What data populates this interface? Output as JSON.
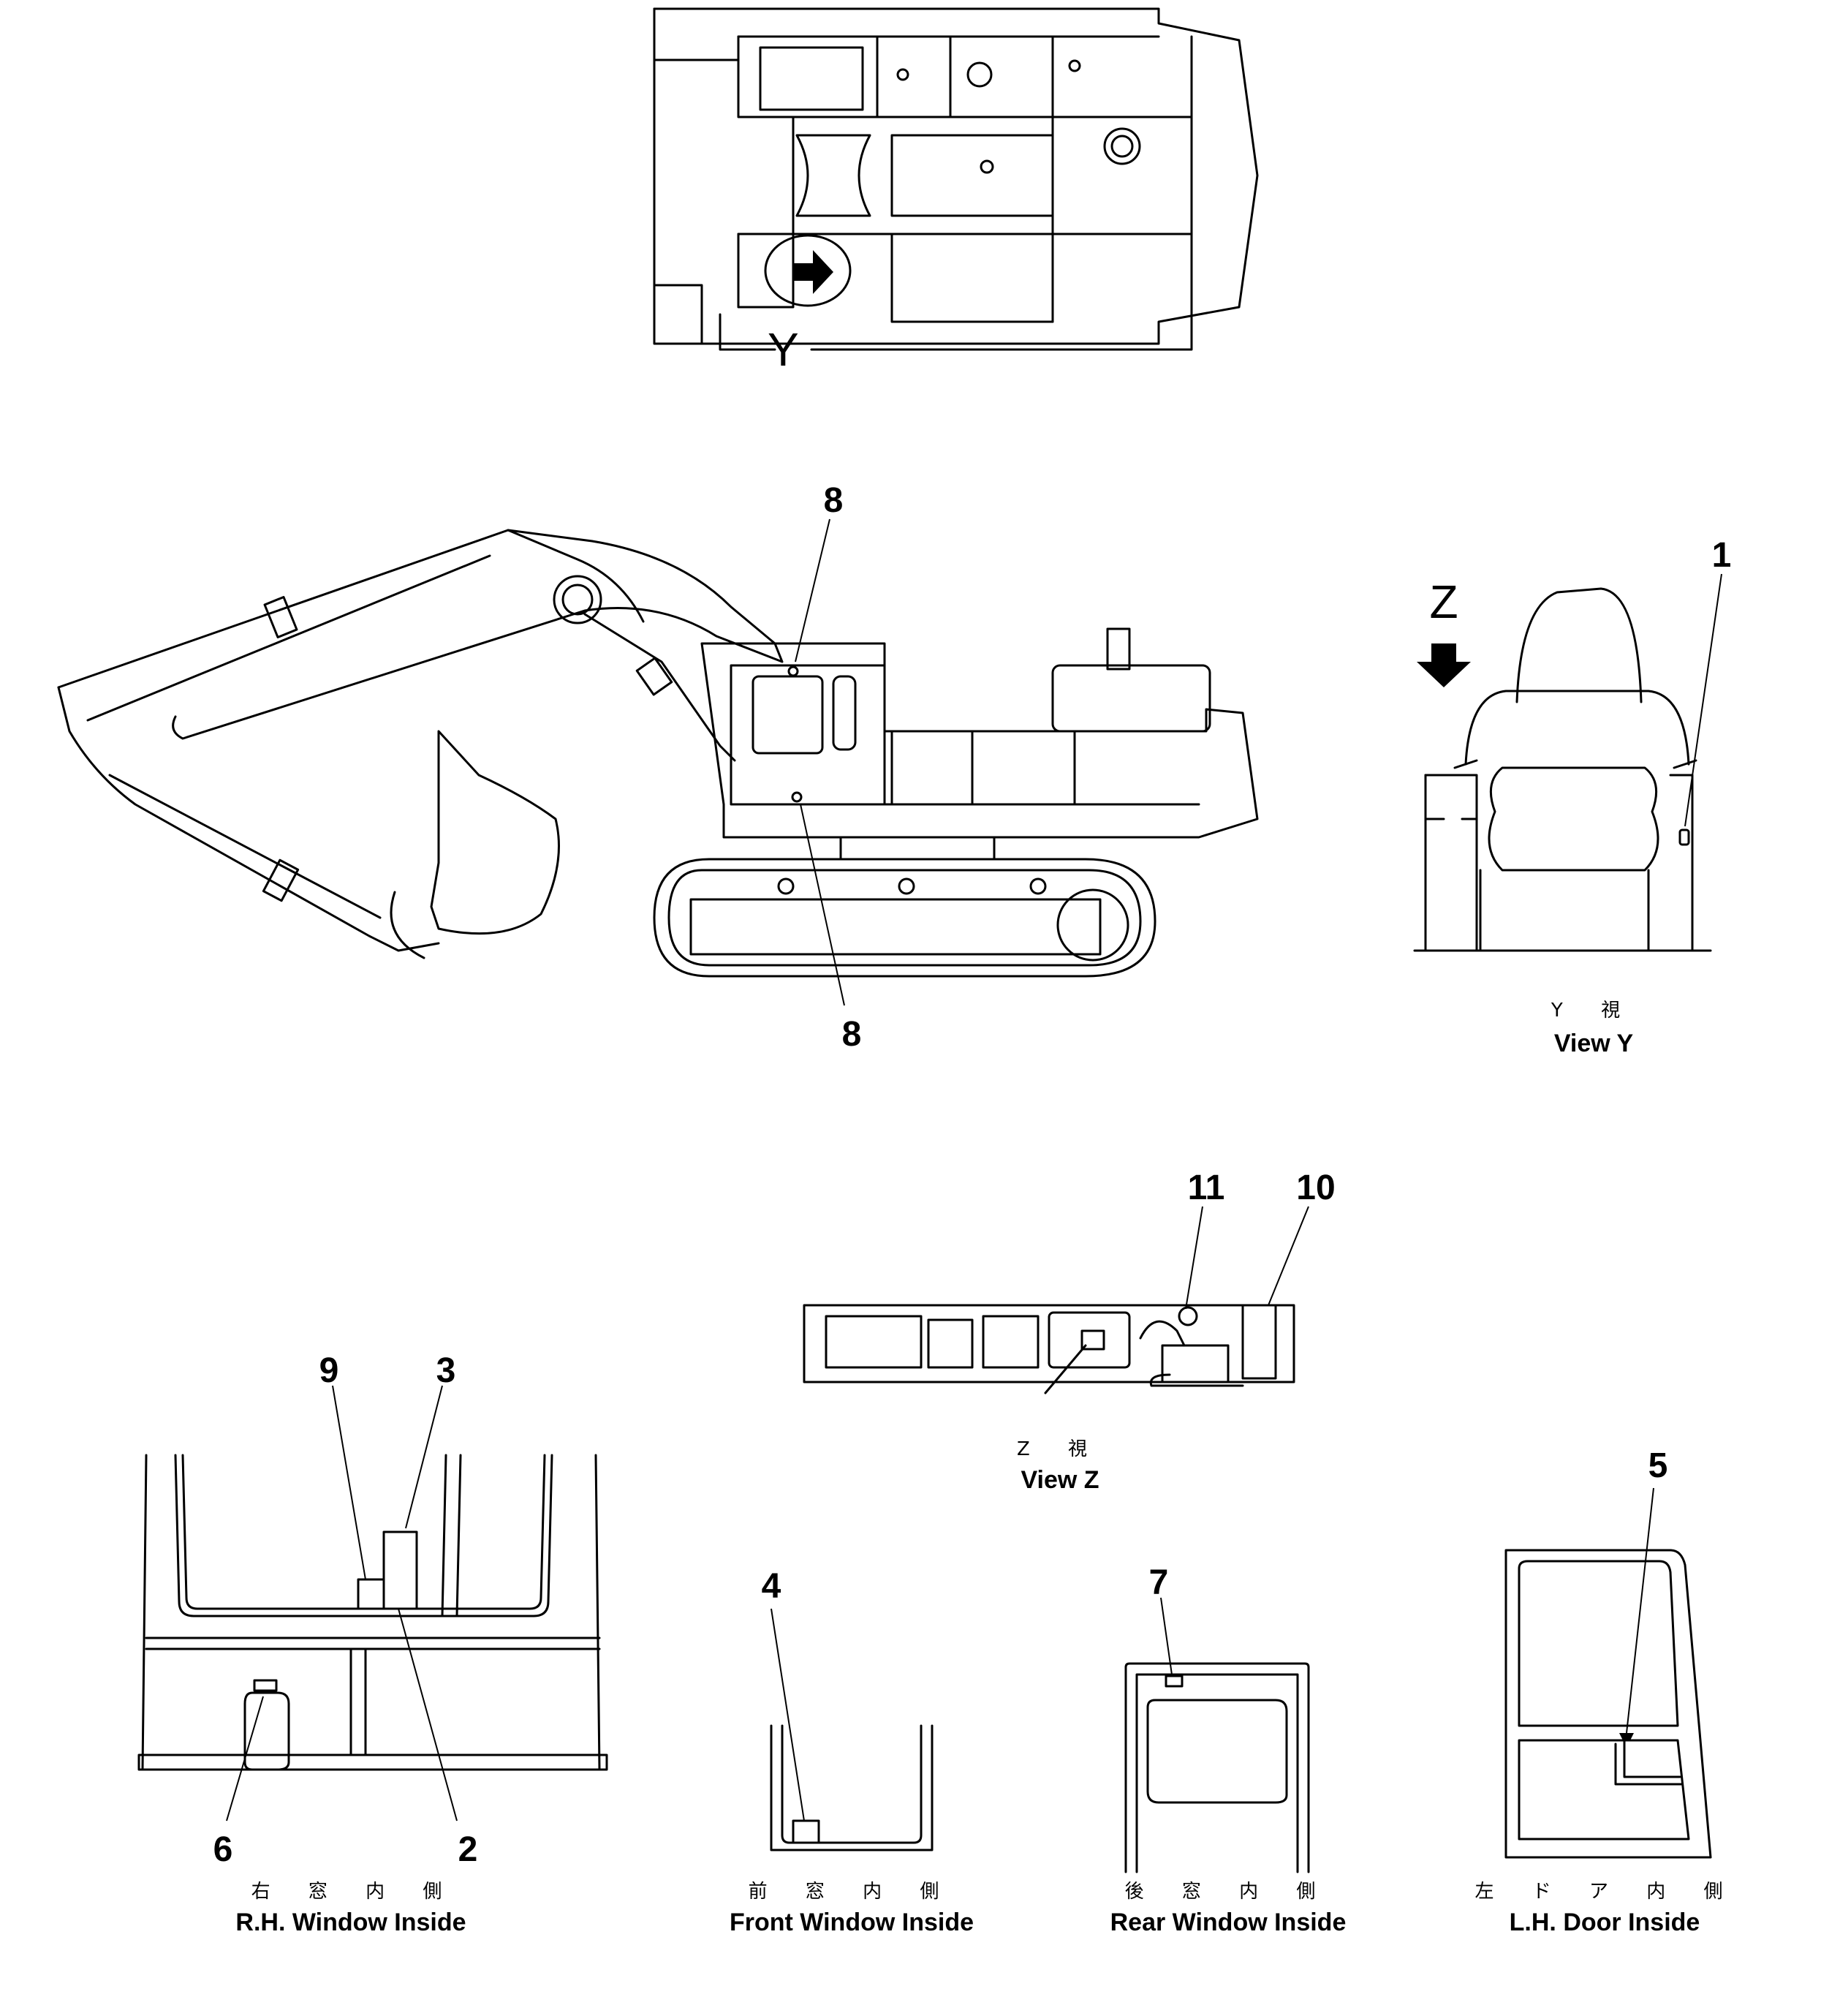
{
  "top_view": {
    "view_marker": "Y"
  },
  "side_view": {
    "callouts": [
      "8",
      "8"
    ]
  },
  "view_y": {
    "view_marker": "Z",
    "callout": "1",
    "caption_jp": "Y 視",
    "caption_en": "View Y"
  },
  "view_z": {
    "callouts": [
      "11",
      "10"
    ],
    "caption_jp": "Z 視",
    "caption_en": "View Z"
  },
  "rh_window": {
    "callouts": [
      "9",
      "3",
      "6",
      "2"
    ],
    "caption_jp": "右 窓 内 側",
    "caption_en": "R.H. Window Inside"
  },
  "front_window": {
    "callouts": [
      "4"
    ],
    "caption_jp": "前 窓 内 側",
    "caption_en": "Front Window Inside"
  },
  "rear_window": {
    "callouts": [
      "7"
    ],
    "caption_jp": "後 窓 内 側",
    "caption_en": "Rear Window Inside"
  },
  "lh_door": {
    "callouts": [
      "5"
    ],
    "caption_jp": "左 ド ア 内 側",
    "caption_en": "L.H. Door Inside"
  }
}
